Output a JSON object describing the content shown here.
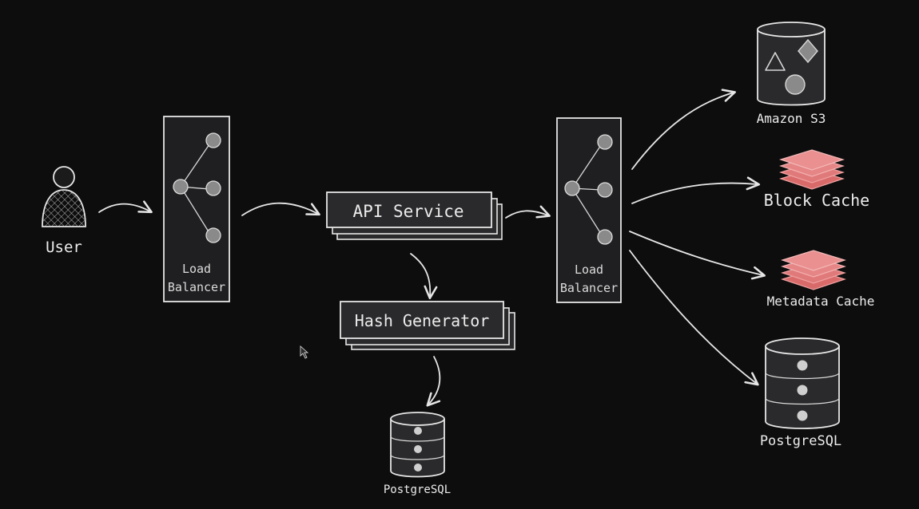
{
  "nodes": {
    "user": {
      "label": "User"
    },
    "lb1": {
      "label_line1": "Load",
      "label_line2": "Balancer"
    },
    "api": {
      "label": "API Service"
    },
    "hash": {
      "label": "Hash Generator"
    },
    "pg_small": {
      "label": "PostgreSQL"
    },
    "lb2": {
      "label_line1": "Load",
      "label_line2": "Balancer"
    },
    "s3": {
      "label": "Amazon S3"
    },
    "block_cache": {
      "label": "Block Cache"
    },
    "meta_cache": {
      "label": "Metadata Cache"
    },
    "pg_large": {
      "label": "PostgreSQL"
    }
  },
  "colors": {
    "background": "#0d0d0d",
    "stroke": "#e6e6e6",
    "fill_dark": "#2a2a2c",
    "cache_red": "#e07070"
  }
}
